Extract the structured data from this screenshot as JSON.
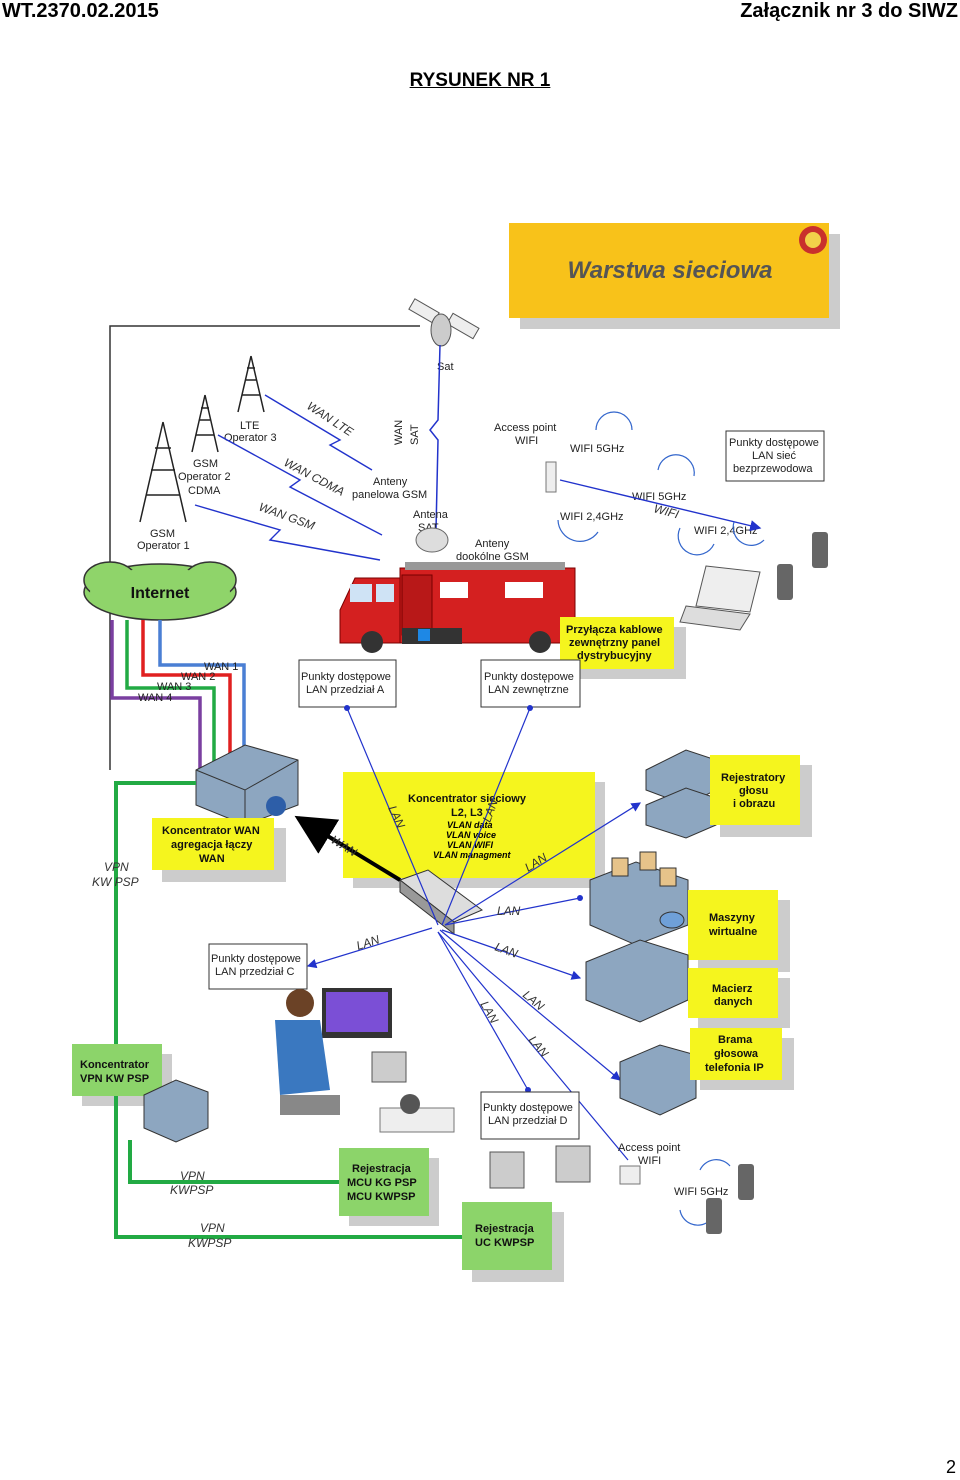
{
  "header": {
    "doc_id": "WT.2370.02.2015",
    "annex": "Załącznik nr 3 do SIWZ"
  },
  "figure_title": "RYSUNEK NR 1",
  "page_number": "2",
  "diagram": {
    "title_box": "Warstwa sieciowa",
    "sat": "Sat",
    "lte": [
      "LTE",
      "Operator 3"
    ],
    "gsm2": [
      "GSM",
      "Operator 2",
      "CDMA"
    ],
    "gsm1": [
      "GSM",
      "Operator 1"
    ],
    "wan_lte": "WAN LTE",
    "wan_cdma": "WAN CDMA",
    "wan_gsm": "WAN GSM",
    "wan_sat": [
      "WAN",
      "SAT"
    ],
    "anteny_panelowa": [
      "Anteny",
      "panelowa GSM"
    ],
    "antena_sat": [
      "Antena",
      "SAT"
    ],
    "anteny_dookolne": [
      "Anteny",
      "dookólne GSM"
    ],
    "access_point_top": [
      "Access point",
      "WIFI"
    ],
    "wifi_5_top": "WIFI 5GHz",
    "wifi_24_left": "WIFI 2,4GHz",
    "wifi_5_mid": "WIFI 5GHz",
    "wifi_lbl": "WIFI",
    "wifi_24_right": "WIFI 2,4GHz",
    "punkty_wifi": [
      "Punkty dostępowe",
      "LAN sieć",
      "bezprzewodowa"
    ],
    "internet": "Internet",
    "wan1": "WAN 1",
    "wan2": "WAN 2",
    "wan3": "WAN 3",
    "wan4": "WAN 4",
    "przylacza": [
      "Przyłącza kablowe",
      "zewnętrzny panel",
      "dystrybucyjny"
    ],
    "punkty_a": [
      "Punkty dostępowe",
      "LAN przedział A"
    ],
    "punkty_zew": [
      "Punkty dostępowe",
      "LAN zewnętrzne"
    ],
    "koncentrator_sieciowy": [
      "Koncentrator sieciowy",
      "L2, L3"
    ],
    "vlans": [
      "VLAN data",
      "VLAN voice",
      "VLAN WIFI",
      "VLAN managment"
    ],
    "koncentrator_wan": [
      "Koncentrator WAN",
      "agregacja łączy",
      "WAN"
    ],
    "wan_arrow": "WAN",
    "lan": "LAN",
    "rejestratory": [
      "Rejestratory",
      "głosu",
      "i obrazu"
    ],
    "maszyny": [
      "Maszyny",
      "wirtualne"
    ],
    "macierz": [
      "Macierz",
      "danych"
    ],
    "brama": [
      "Brama",
      "głosowa",
      "telefonia IP"
    ],
    "vpn_kwpsp_1": [
      "VPN",
      "KW PSP"
    ],
    "punkty_c": [
      "Punkty dostępowe",
      "LAN przedział C"
    ],
    "koncentrator_vpn": [
      "Koncentrator",
      "VPN KW PSP"
    ],
    "punkty_d": [
      "Punkty dostępowe",
      "LAN przedział D"
    ],
    "access_point_bottom": [
      "Access point",
      "WIFI"
    ],
    "wifi_5_bottom": "WIFI 5GHz",
    "vpn_kwpsp_2": [
      "VPN",
      "KWPSP"
    ],
    "vpn_kwpsp_3": [
      "VPN",
      "KWPSP"
    ],
    "rejestracja_mcu": [
      "Rejestracja",
      "MCU KG PSP",
      "MCU KWPSP"
    ],
    "rejestracja_uc": [
      "Rejestracja",
      "UC KWPSP"
    ]
  }
}
